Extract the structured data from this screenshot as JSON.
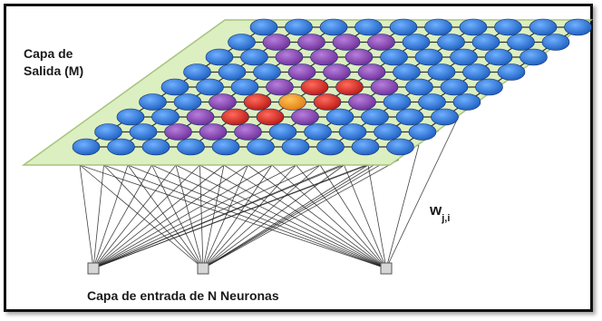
{
  "labels": {
    "output_layer": "Capa de\nSalida (M)",
    "output_layer_line1": "Capa de",
    "output_layer_line2": "Salida (M)",
    "input_layer": "Capa de entrada de N Neuronas",
    "weight_symbol": "w",
    "weight_subscript": "j,i"
  },
  "grid": {
    "rows": 9,
    "cols": 10,
    "winner_row": 3,
    "winner_col": 4,
    "neighborhood_ring1": [
      [
        2,
        3
      ],
      [
        2,
        4
      ],
      [
        3,
        3
      ],
      [
        3,
        5
      ],
      [
        4,
        4
      ],
      [
        4,
        5
      ]
    ],
    "neighborhood_ring2": [
      [
        1,
        2
      ],
      [
        1,
        3
      ],
      [
        1,
        4
      ],
      [
        2,
        2
      ],
      [
        2,
        5
      ],
      [
        3,
        2
      ],
      [
        3,
        6
      ],
      [
        4,
        3
      ],
      [
        4,
        6
      ],
      [
        5,
        3
      ],
      [
        5,
        4
      ],
      [
        5,
        5
      ],
      [
        6,
        2
      ],
      [
        6,
        3
      ],
      [
        6,
        4
      ],
      [
        7,
        1
      ],
      [
        7,
        2
      ],
      [
        7,
        3
      ],
      [
        7,
        4
      ]
    ]
  },
  "input_nodes": 3,
  "colors": {
    "plane": "#dcefc0",
    "plane_border": "#a7c47e",
    "blue_neuron": "#2a73d6",
    "purple_neuron": "#8a44b4",
    "red_neuron": "#df2a24",
    "winner_neuron": "#f29a1e",
    "connection": "#222222",
    "input_node": "#d6d6d6"
  }
}
